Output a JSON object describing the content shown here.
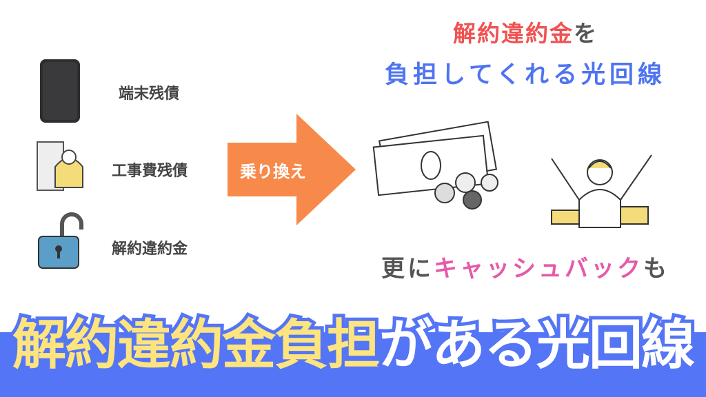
{
  "left_items": [
    {
      "label": "端末残債",
      "icon": "router-icon"
    },
    {
      "label": "工事費残債",
      "icon": "construction-worker-icon"
    },
    {
      "label": "解約違約金",
      "icon": "open-padlock-icon"
    }
  ],
  "arrow_label": "乗り換え",
  "heading": {
    "line1_red": "解約違約金",
    "line1_rest": "を",
    "line2": "負担してくれる光回線"
  },
  "cashback": {
    "prefix": "更に",
    "highlight": "キャッシュバック",
    "suffix": "も"
  },
  "title": {
    "yellow": "解約違約金負担",
    "white": "がある光回線"
  },
  "colors": {
    "blue": "#5475f5",
    "orange": "#f7894a",
    "red": "#f05252",
    "pink": "#e65aa8",
    "yellow": "#fde47e"
  }
}
